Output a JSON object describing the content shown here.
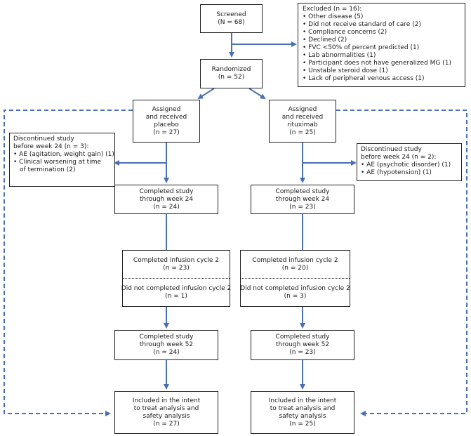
{
  "screened": {
    "lines": [
      "Screened",
      "(N = 68)"
    ]
  },
  "excluded": {
    "title": "Excluded (n = 16):",
    "items": [
      "Other disease (5)",
      "Did not receive standard of care (2)",
      "Compliance concerns (2)",
      "Declined (2)",
      "FVC <50% of percent predicted (1)",
      "Lab abnormalities (1)",
      "Participant does not have generalized MG (1)",
      "Unstable steroid dose (1)",
      "Lack of peripheral venous access (1)"
    ]
  },
  "randomized": {
    "lines": [
      "Randomized",
      "(n = 52)"
    ]
  },
  "placebo": {
    "assigned": {
      "lines": [
        "Assigned",
        "and received",
        "placebo",
        "(n = 27)"
      ]
    },
    "discontinued": {
      "title_lines": [
        "Discontinued study",
        "before week 24 (n = 3):"
      ],
      "items": [
        "AE (agitation, weight gain) (1)",
        "Clinical worsening at time"
      ],
      "item_continuation": "of termination (2)"
    },
    "week24": {
      "lines": [
        "Completed study",
        "through week 24",
        "(n = 24)"
      ]
    },
    "infusion": {
      "top_lines": [
        "Completed infusion cycle 2",
        "(n = 23)"
      ],
      "bottom_lines": [
        "Did not completed infusion cycle 2",
        "(n = 1)"
      ]
    },
    "week52": {
      "lines": [
        "Completed study",
        "through week 52",
        "(n = 24)"
      ]
    },
    "analysis": {
      "lines": [
        "Included in the intent",
        "to treat analysis and",
        "safety analysis",
        "(n = 27)"
      ]
    }
  },
  "rituximab": {
    "assigned": {
      "lines": [
        "Assigned",
        "and received",
        "rituximab",
        "(n = 25)"
      ]
    },
    "discontinued": {
      "title_lines": [
        "Discontinued study",
        "before week 24 (n = 2):"
      ],
      "items": [
        "AE (psychotic disorder) (1)",
        "AE (hypotension) (1)"
      ]
    },
    "week24": {
      "lines": [
        "Completed study",
        "through week 24",
        "(n = 23)"
      ]
    },
    "infusion": {
      "top_lines": [
        "Completed infusion cycle 2",
        "(n = 20)"
      ],
      "bottom_lines": [
        "Did not completed infusion cycle 2",
        "(n = 3)"
      ]
    },
    "week52": {
      "lines": [
        "Completed study",
        "through week 52",
        "(n = 23)"
      ]
    },
    "analysis": {
      "lines": [
        "Included in the intent",
        "to treat analysis and",
        "safety analysis",
        "(n = 25)"
      ]
    }
  },
  "colors": {
    "arrow": "#4a6fb5",
    "box_border": "#222222"
  }
}
